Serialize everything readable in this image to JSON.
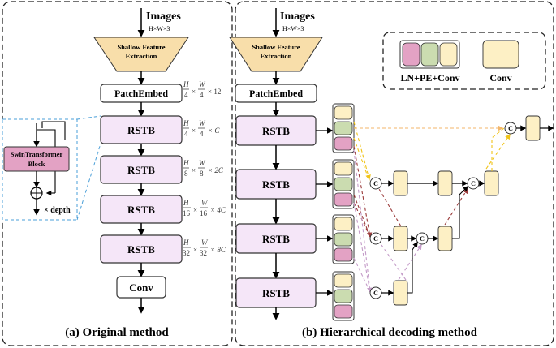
{
  "input": {
    "label": "Images",
    "dims": "H×W×3"
  },
  "shallow": {
    "line1": "Shallow Feature",
    "line2": "Extraction"
  },
  "patch_embed": "PatchEmbed",
  "rstb": "RSTB",
  "conv": "Conv",
  "dims": {
    "patch": {
      "n1": "H",
      "d1": "4",
      "n2": "W",
      "d2": "4",
      "tail": "× 12"
    },
    "r1": {
      "n1": "H",
      "d1": "4",
      "n2": "W",
      "d2": "4",
      "tail": "× C"
    },
    "r2": {
      "n1": "H",
      "d1": "8",
      "n2": "W",
      "d2": "8",
      "tail": "× 2C"
    },
    "r3": {
      "n1": "H",
      "d1": "16",
      "n2": "W",
      "d2": "16",
      "tail": "× 4C"
    },
    "r4": {
      "n1": "H",
      "d1": "32",
      "n2": "W",
      "d2": "32",
      "tail": "× 8C"
    }
  },
  "inset": {
    "block1": "SwinTransformer",
    "block2": "Block",
    "repeat": "× depth"
  },
  "legend": {
    "group": "LN+PE+Conv",
    "single": "Conv"
  },
  "concat": "C",
  "captions": {
    "a": "(a) Original method",
    "b": "(b) Hierarchical decoding method"
  },
  "colors": {
    "pink": "#e3a2c4",
    "green": "#cbdcb0",
    "cream": "#fdf0c5",
    "rstb_fill": "#f5e6f8",
    "trapezoid": "#f8deaa",
    "orange_arrow": "#f3b66a",
    "brown_arrow": "#9b3b3b",
    "purple_arrow": "#c49bc8"
  }
}
